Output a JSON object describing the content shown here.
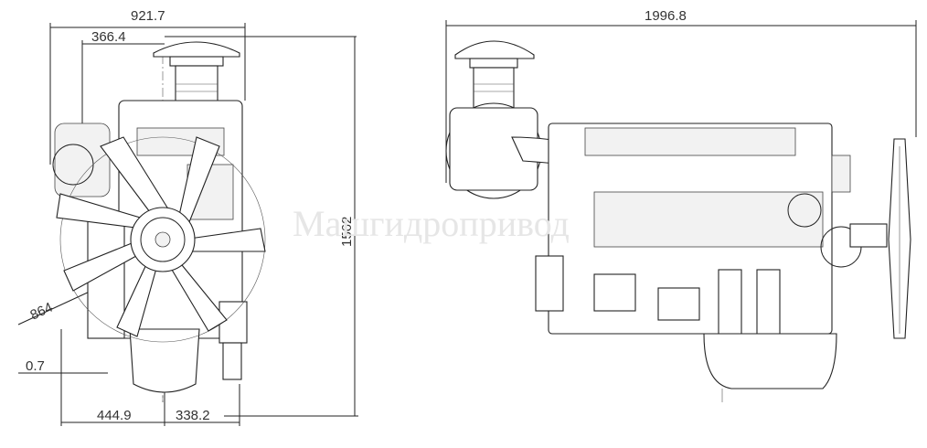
{
  "dimensions": {
    "front_width": "921.7",
    "front_offset": "366.4",
    "front_height": "1562",
    "fan_dia": "864",
    "front_small": "0.7",
    "front_left": "444.9",
    "front_right": "338.2",
    "side_length": "1996.8"
  },
  "watermark": "Машгидропривод",
  "colors": {
    "line": "#222222",
    "dim": "#333333",
    "watermark": "#e6e6e6"
  }
}
